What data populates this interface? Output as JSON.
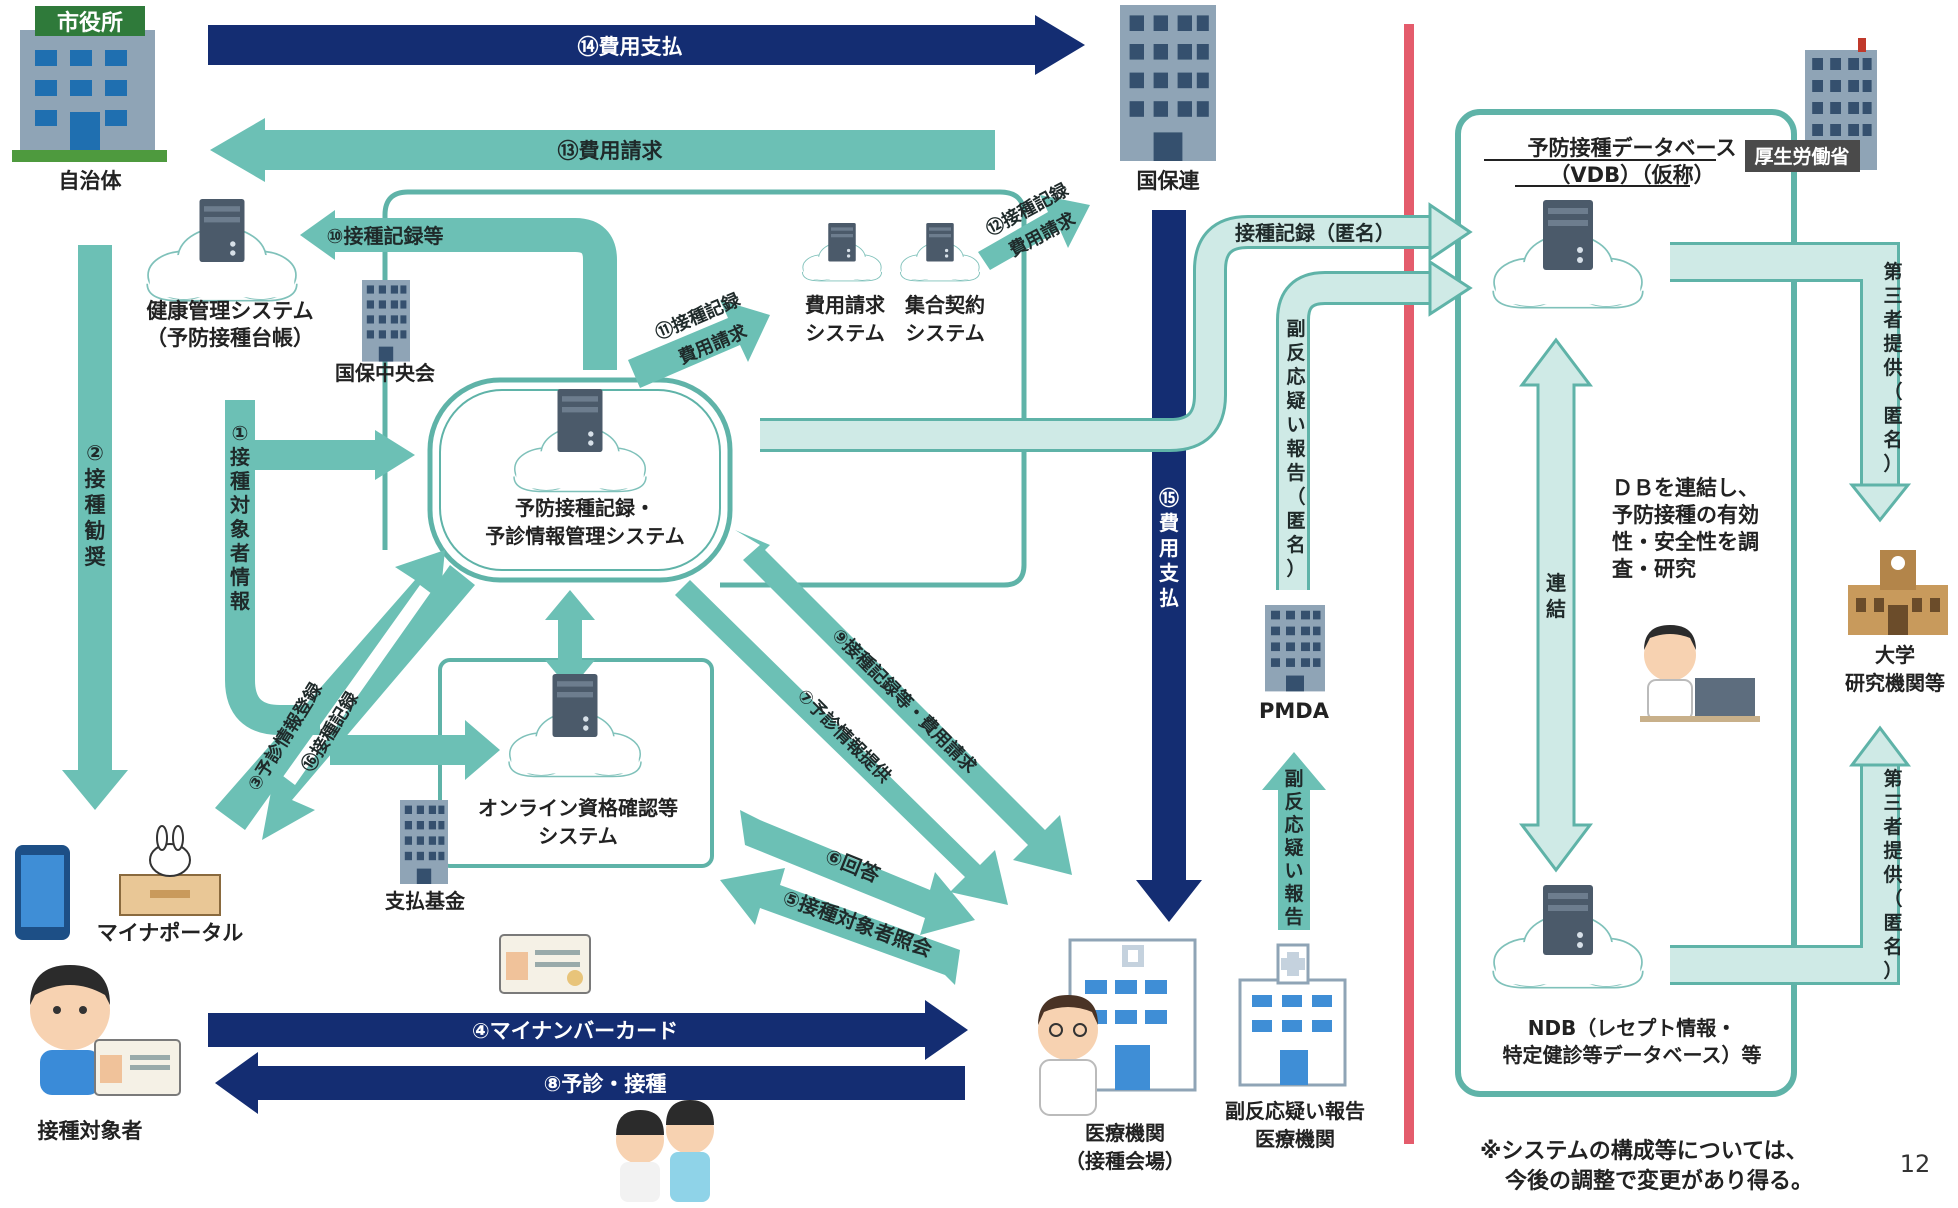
{
  "colors": {
    "teal": "#6cc0b5",
    "teal_light": "#cfeae6",
    "navy": "#142d72",
    "red_line": "#e45c6c",
    "box_border": "#5fb3a8",
    "building": "#8fa4b6"
  },
  "nodes": {
    "city_hall_sign": "市役所",
    "municipality": "自治体",
    "kokuhoren": "国保連",
    "health_system_l1": "健康管理システム",
    "health_system_l2": "（予防接種台帳）",
    "kokuho_central": "国保中央会",
    "billing_system_l1": "費用請求",
    "billing_system_l2": "システム",
    "contract_system_l1": "集合契約",
    "contract_system_l2": "システム",
    "central_system_l1": "予防接種記録・",
    "central_system_l2": "予診情報管理システム",
    "online_system_l1": "オンライン資格確認等",
    "online_system_l2": "システム",
    "payment_fund": "支払基金",
    "mynaportal": "マイナポータル",
    "recipient": "接種対象者",
    "medical_l1": "医療機関",
    "medical_l2": "（接種会場）",
    "adverse_l1": "副反応疑い報告",
    "adverse_l2": "医療機関",
    "pmda": "PMDA",
    "mhlw_sign": "厚生労働省",
    "vdb_l1": "予防接種データベース",
    "vdb_l2": "（VDB）（仮称）",
    "ndb_l1": "NDB（レセプト情報・",
    "ndb_l2": "特定健診等データベース）等",
    "univ_l1": "大学",
    "univ_l2": "研究機関等",
    "research_l1": "ＤＢを連結し、",
    "research_l2": "予防接種の有効",
    "research_l3": "性・安全性を調",
    "research_l4": "査・研究",
    "mynacard_small": "マイナンバーカード"
  },
  "arrows": {
    "a1": "①接種対象者情報",
    "a2": "②接種勧奨",
    "a3": "③予診情報登録",
    "a4": "④マイナンバーカード",
    "a5": "⑤接種対象者照会",
    "a6": "⑥回答",
    "a7": "⑦予診情報提供",
    "a8": "⑧予診・接種",
    "a9": "⑨接種記録等・費用請求",
    "a10": "⑩接種記録等",
    "a11_l1": "⑪接種記録",
    "a11_l2": "費用請求",
    "a12_l1": "⑫接種記録",
    "a12_l2": "費用請求",
    "a13": "⑬費用請求",
    "a14": "⑭費用支払",
    "a15": "⑮費用支払",
    "a16": "⑯接種記録",
    "anon_record": "接種記録（匿名）",
    "adverse_anon": "副反応疑い報告（匿名）",
    "adverse_report": "副反応疑い報告",
    "link": "連結",
    "third_party_1": "第三者提供（匿名）",
    "third_party_2": "第三者提供（匿名）"
  },
  "footer": {
    "note_l1": "※システムの構成等については、",
    "note_l2": "今後の調整で変更があり得る。",
    "page_number": "12"
  }
}
